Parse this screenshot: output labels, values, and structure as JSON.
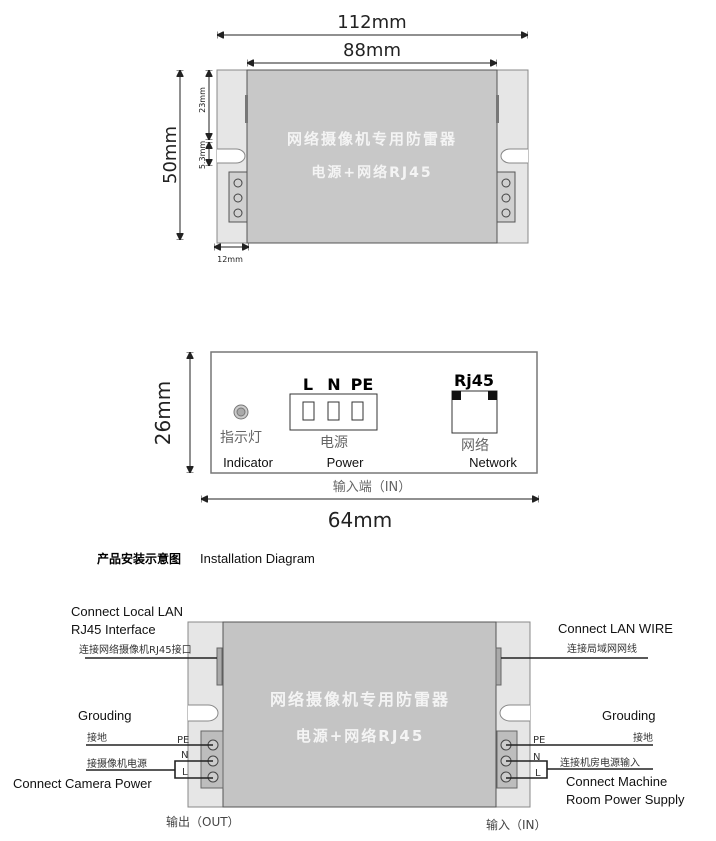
{
  "top_view": {
    "width_total": "112mm",
    "width_body": "88mm",
    "height": "50mm",
    "offset_top": "23mm",
    "slot": "5.3mm",
    "flange": "12mm",
    "title_cn": "网络摄像机专用防雷器",
    "subtitle_cn": "电源+网络RJ45"
  },
  "end_view": {
    "height": "26mm",
    "width": "64mm",
    "terminal_labels": [
      "L",
      "N",
      "PE"
    ],
    "rj45_label": "Rj45",
    "indicator_cn": "指示灯",
    "indicator_en": "Indicator",
    "power_cn": "电源",
    "power_en": "Power",
    "network_cn": "网络",
    "network_en": "Network",
    "input_cn": "输入端（IN）"
  },
  "installation": {
    "heading_cn": "产品安装示意图",
    "heading_en": "Installation Diagram",
    "title_cn": "网络摄像机专用防雷器",
    "subtitle_cn": "电源+网络RJ45",
    "left": {
      "lan_en_1": "Connect Local LAN",
      "lan_en_2": "RJ45 Interface",
      "lan_cn": "连接网络摄像机RJ45接口",
      "ground_en": "Grouding",
      "ground_cn": "接地",
      "power_cn": "接摄像机电源",
      "power_en": "Connect Camera Power",
      "out": "输出（OUT）"
    },
    "right": {
      "lan_en": "Connect LAN WIRE",
      "lan_cn": "连接局域网网线",
      "ground_en": "Grouding",
      "ground_cn": "接地",
      "power_cn": "连接机房电源输入",
      "power_en_1": "Connect Machine",
      "power_en_2": "Room Power Supply",
      "in": "输入（IN）"
    },
    "terminal_labels": [
      "PE",
      "N",
      "L"
    ]
  },
  "colors": {
    "body": "#c4c4c4",
    "flange": "#e6e6e6",
    "line": "#333333"
  }
}
